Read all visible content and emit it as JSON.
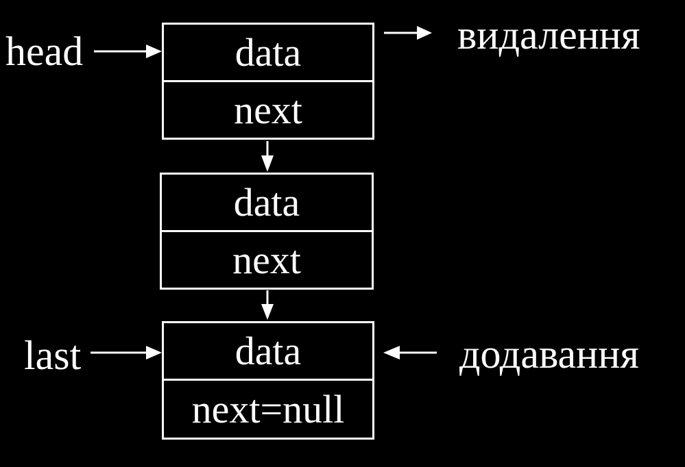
{
  "colors": {
    "background": "#000000",
    "foreground": "#ffffff"
  },
  "pointers": {
    "head": "head",
    "last": "last"
  },
  "operations": {
    "deletion": "видалення",
    "addition": "додавання"
  },
  "nodes": [
    {
      "data": "data",
      "next": "next"
    },
    {
      "data": "data",
      "next": "next"
    },
    {
      "data": "data",
      "next": "next=null"
    }
  ]
}
